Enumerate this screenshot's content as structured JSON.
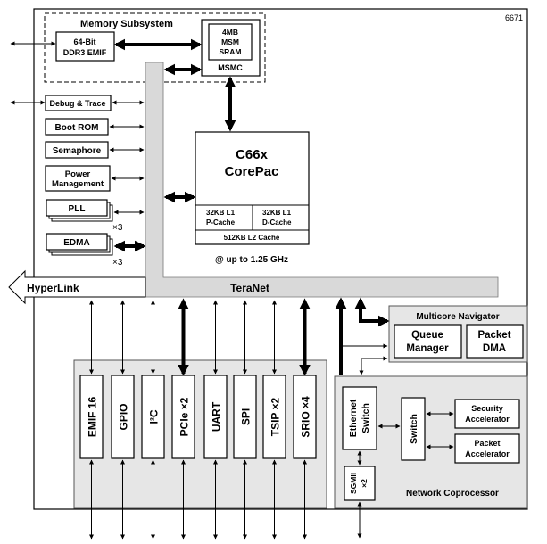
{
  "figure_id": "6671",
  "memory_subsystem": {
    "title": "Memory Subsystem",
    "ddr3_emif": [
      "64-Bit",
      "DDR3 EMIF"
    ],
    "msm_sram": [
      "4MB",
      "MSM",
      "SRAM"
    ],
    "msmc": "MSMC"
  },
  "peripherals_left": {
    "debug_trace": "Debug & Trace",
    "boot_rom": "Boot ROM",
    "semaphore": "Semaphore",
    "power_management": [
      "Power",
      "Management"
    ],
    "pll": "PLL",
    "pll_count": "×3",
    "edma": "EDMA",
    "edma_count": "×3"
  },
  "corepac": {
    "title": [
      "C66x",
      "CorePac"
    ],
    "p_cache": [
      "32KB L1",
      "P-Cache"
    ],
    "d_cache": [
      "32KB L1",
      "D-Cache"
    ],
    "l2_cache": "512KB L2 Cache",
    "speed": "@ up to 1.25 GHz"
  },
  "interconnect": {
    "hyperlink": "HyperLink",
    "teranet": "TeraNet"
  },
  "multicore_navigator": {
    "title": "Multicore Navigator",
    "queue_manager": [
      "Queue",
      "Manager"
    ],
    "packet_dma": [
      "Packet",
      "DMA"
    ]
  },
  "io_peripherals": [
    {
      "label": "EMIF 16"
    },
    {
      "label": "GPIO"
    },
    {
      "label": "I²C"
    },
    {
      "label": "PCIe ×2"
    },
    {
      "label": "UART"
    },
    {
      "label": "SPI"
    },
    {
      "label": "TSIP ×2"
    },
    {
      "label": "SRIO ×4"
    }
  ],
  "network_coprocessor": {
    "title": "Network Coprocessor",
    "ethernet_switch": [
      "Ethernet",
      "Switch"
    ],
    "sgmii": [
      "SGMII",
      "×2"
    ],
    "switch": "Switch",
    "security_accelerator": [
      "Security",
      "Accelerator"
    ],
    "packet_accelerator": [
      "Packet",
      "Accelerator"
    ]
  }
}
